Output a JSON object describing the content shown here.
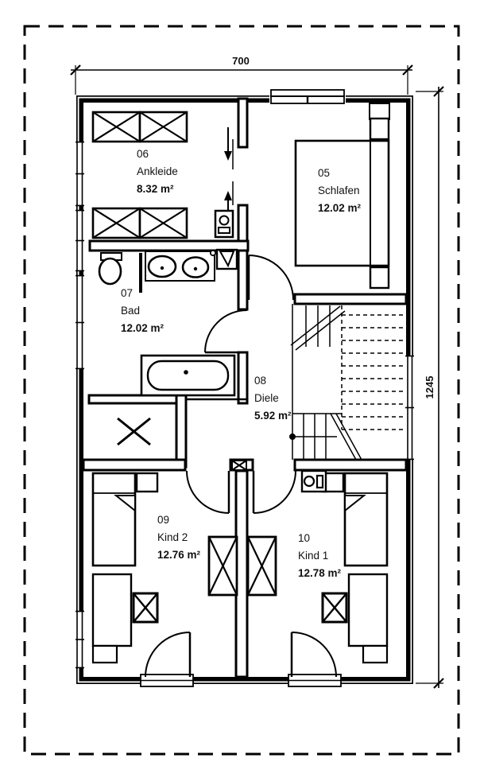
{
  "page": {
    "type": "floor-plan-drawing",
    "background_color": "#ffffff",
    "line_color": "#000000"
  },
  "dimensions": {
    "width_label": "700",
    "height_label": "1245"
  },
  "rooms": [
    {
      "number": "05",
      "name": "Schlafen",
      "area": "12.02 m²"
    },
    {
      "number": "06",
      "name": "Ankleide",
      "area": "8.32 m²"
    },
    {
      "number": "07",
      "name": "Bad",
      "area": "12.02 m²"
    },
    {
      "number": "08",
      "name": "Diele",
      "area": "5.92 m²"
    },
    {
      "number": "09",
      "name": "Kind 2",
      "area": "12.76 m²"
    },
    {
      "number": "10",
      "name": "Kind 1",
      "area": "12.78 m²"
    }
  ]
}
